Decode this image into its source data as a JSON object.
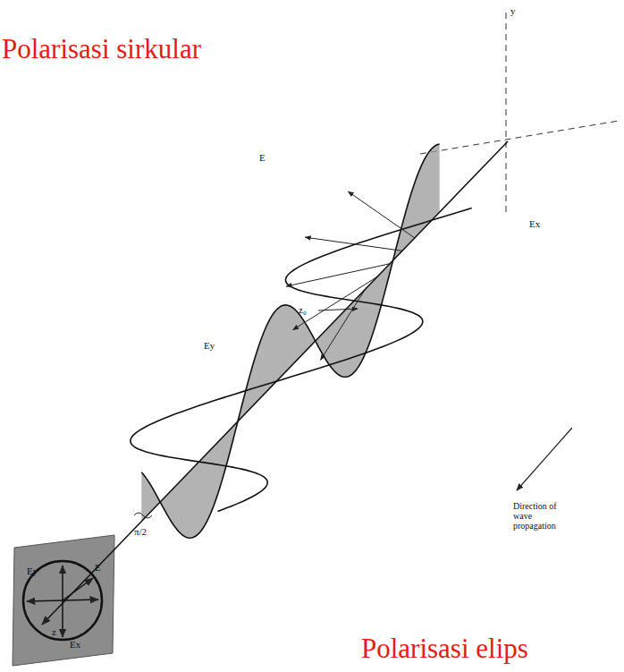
{
  "diagram": {
    "labels": [
      "Polarisasi sirkular",
      "Polarisasi elips",
      "y",
      "E",
      "Ex",
      "Ey",
      "z₀",
      "Direction of wave propagation",
      "π/2",
      "z",
      "Ey",
      "E",
      "Ex"
    ]
  }
}
